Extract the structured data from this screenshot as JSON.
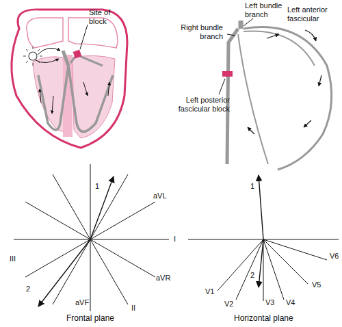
{
  "diagram": {
    "labels": [
      "Site of block",
      "Left bundle branch",
      "Left anterior fascicular",
      "Right bundle branch",
      "Left posterior fascicular block",
      "1",
      "aVL",
      "I",
      "aVR",
      "II",
      "aVF",
      "III",
      "2",
      "Frontal plane",
      "1",
      "V6",
      "V5",
      "V4",
      "V3",
      "V2",
      "V1",
      "2",
      "Horizontal plane"
    ]
  }
}
